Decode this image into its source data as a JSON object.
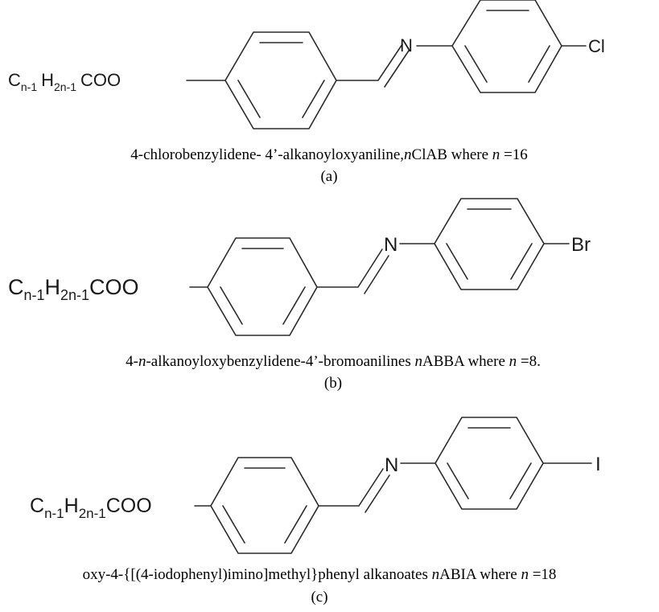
{
  "figure": {
    "panels": [
      {
        "id": "a",
        "chain": {
          "c": "C",
          "c_sub": "n-1",
          "h": "H",
          "h_sub": "2n-1",
          "ester": "COO"
        },
        "imine_atom": "N",
        "terminal": "Cl",
        "caption": {
          "p1": "4-chlorobenzylidene- 4’-alkanoyloxyaniline,",
          "n1": "n",
          "p2": "ClAB where ",
          "n2": "n",
          "p3": " =16"
        },
        "label": "(a)"
      },
      {
        "id": "b",
        "chain": {
          "c": "C",
          "c_sub": "n-1",
          "h": "H",
          "h_sub": "2n-1",
          "ester": "COO"
        },
        "imine_atom": "N",
        "terminal": "Br",
        "caption": {
          "p1": "4-",
          "n1": "n",
          "p2": "-alkanoyloxybenzylidene-4’-bromoanilines ",
          "n2": "n",
          "p3": "ABBA where ",
          "n3": "n",
          "p4": " =8."
        },
        "label": "(b)"
      },
      {
        "id": "c",
        "chain": {
          "c": "C",
          "c_sub": "n-1",
          "h": "H",
          "h_sub": "2n-1",
          "ester": "COO"
        },
        "imine_atom": "N",
        "terminal": "I",
        "caption": {
          "p1": "oxy-4-{[(4-iodophenyl)imino]methyl}phenyl alkanoates ",
          "n1": "n",
          "p2": "ABIA where ",
          "n2": "n",
          "p3": " =18"
        },
        "label": "(c)"
      }
    ]
  }
}
